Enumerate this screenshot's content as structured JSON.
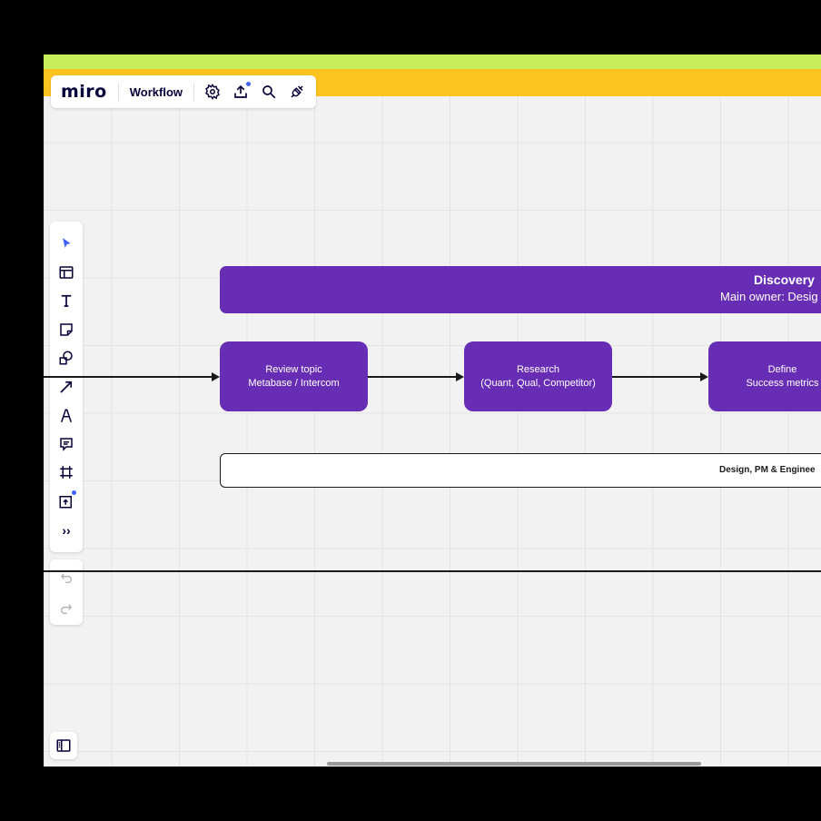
{
  "app": {
    "logo": "miro",
    "board_name": "Workflow"
  },
  "topbar_icons": [
    "settings-icon",
    "upload-icon",
    "search-icon",
    "integrations-icon"
  ],
  "toolbar": {
    "tools": [
      "select-icon",
      "templates-icon",
      "text-icon",
      "sticky-note-icon",
      "shapes-icon",
      "connector-icon",
      "pen-icon",
      "comment-icon",
      "frame-icon",
      "upload-icon",
      "more-icon"
    ],
    "more_label": "››"
  },
  "history": [
    "undo-icon",
    "redo-icon"
  ],
  "board": {
    "phase": {
      "title": "Discovery",
      "owner": "Main owner: Desig"
    },
    "steps": [
      {
        "line1": "Review topic",
        "line2": "Metabase / Intercom"
      },
      {
        "line1": "Research",
        "line2": "(Quant, Qual, Competitor)"
      },
      {
        "line1": "Define",
        "line2": "Success metrics"
      }
    ],
    "teams_label": "Design, PM & Enginee"
  },
  "colors": {
    "phase": "#682db5",
    "banner_green": "#c6ef5b",
    "banner_yellow": "#fdc41f",
    "accent": "#4262ff"
  }
}
